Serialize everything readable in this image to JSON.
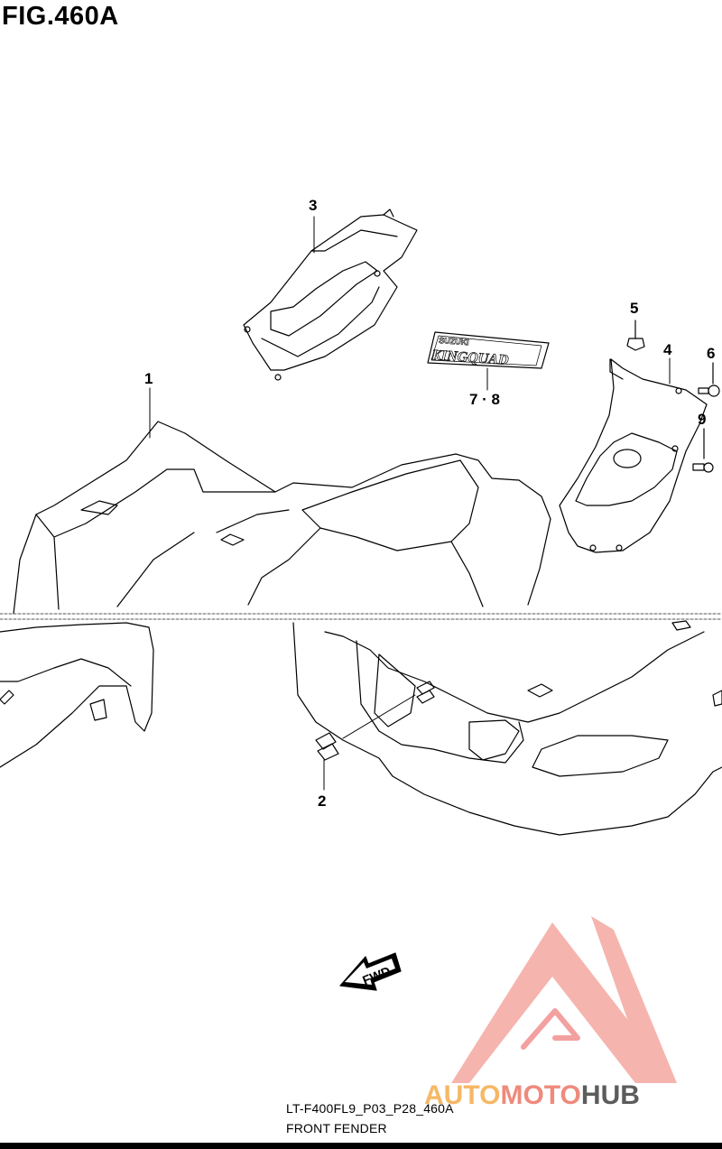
{
  "figure": {
    "title": "FIG.460A",
    "code": "LT-F400FL9_P03_P28_460A",
    "name": "FRONT FENDER"
  },
  "callouts": {
    "c1": "1",
    "c2": "2",
    "c3": "3",
    "c4": "4",
    "c5": "5",
    "c6": "6",
    "c78": "7 · 8",
    "c9": "9"
  },
  "decal": {
    "brand": "SUZUKI",
    "model": "KINGQUAD"
  },
  "direction_arrow": "FWD",
  "watermark": {
    "part1": "AUTO",
    "part2": "MOTO",
    "part3": "HUB",
    "color1": "#f5b865",
    "color2": "#ef8a7c",
    "color3": "#555555",
    "logo_color": "#f08080"
  }
}
